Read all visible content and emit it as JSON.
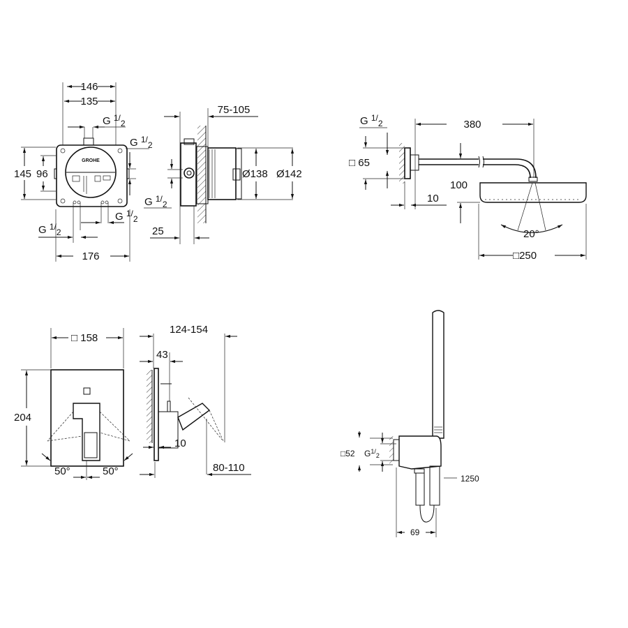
{
  "thread": {
    "g": "G",
    "num": "1",
    "den": "2"
  },
  "box_front": {
    "width_outer": "146",
    "width_inner": "135",
    "height_outer": "145",
    "height_inner": "96",
    "width_bottom": "176",
    "logo": "GROHE"
  },
  "box_side": {
    "depth_range": "75-105",
    "plate": "25",
    "dia_inner": "Ø138",
    "dia_outer": "Ø142"
  },
  "shower_arm": {
    "arm_length": "380",
    "flange": "65",
    "drop": "100",
    "wall_gap": "10",
    "tilt": "20°",
    "head_size": "250",
    "square_symbol": "□"
  },
  "mixer_front": {
    "plate_size": "158",
    "height": "204",
    "angle_left": "50°",
    "angle_right": "50°",
    "square_symbol": "□"
  },
  "mixer_side": {
    "projection": "124-154",
    "spindle": "43",
    "gap": "10",
    "depth": "80-110"
  },
  "hand_shower": {
    "outlet": "52",
    "hose_length": "1250",
    "holder_depth": "69",
    "square_symbol": "□"
  }
}
